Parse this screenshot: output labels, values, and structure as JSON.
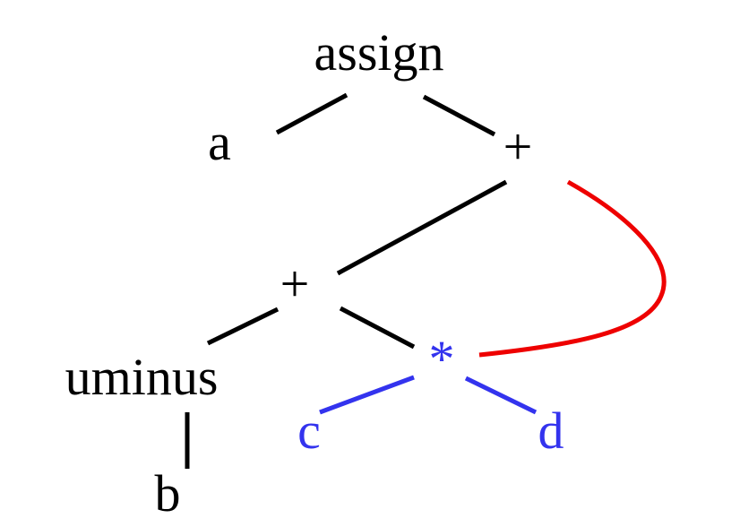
{
  "colors": {
    "text": "#000000",
    "highlight": "#3333ee",
    "link": "#ee0000",
    "background": "#ffffff"
  },
  "nodes": {
    "assign": "assign",
    "a": "a",
    "plus_top": "+",
    "plus_mid": "+",
    "uminus": "uminus",
    "b": "b",
    "times": "*",
    "c": "c",
    "d": "d"
  }
}
